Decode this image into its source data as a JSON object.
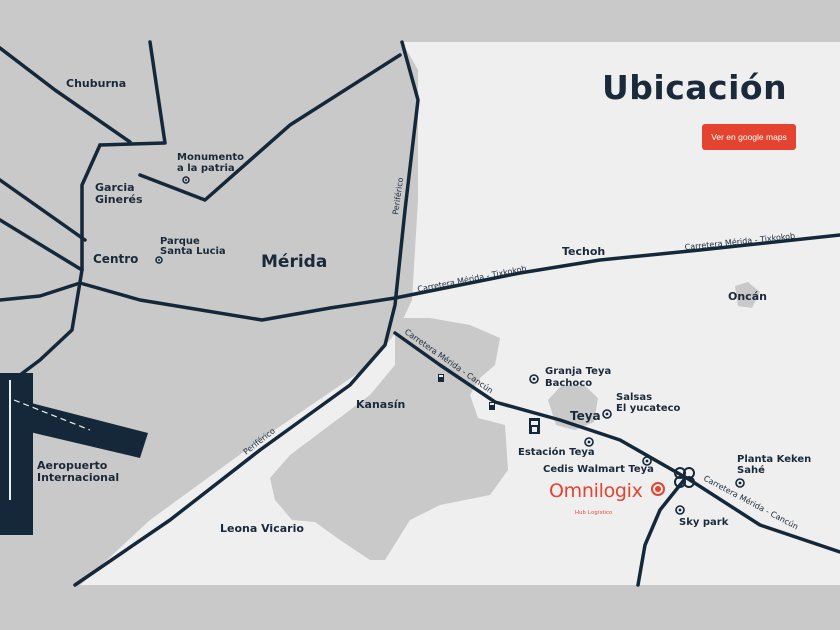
{
  "header": {
    "title": "Ubicación",
    "google_maps_button": "Ver en google maps"
  },
  "brand": {
    "name": "Omnilogix",
    "tagline": "Hub Logístico",
    "color": "#e4442f"
  },
  "colors": {
    "road": "#14283a",
    "city_area": "#c9c9c9",
    "background": "#efefef",
    "accent": "#e4442f"
  },
  "roads": {
    "periferico": "Periférico",
    "tixkokob": "Carretera Mérida - Tixkokob",
    "cancun": "Carretera Mérida - Cancún"
  },
  "places": {
    "chuburna": "Chuburna",
    "monumento": [
      "Monumento",
      "a la patria"
    ],
    "garcia": [
      "Garcia",
      "Ginerés"
    ],
    "centro": "Centro",
    "parque": [
      "Parque",
      "Santa Lucia"
    ],
    "merida": "Mérida",
    "techoh": "Techoh",
    "oncan": "Oncán",
    "kanasin": "Kanasín",
    "aeropuerto": [
      "Aeropuerto",
      "Internacional"
    ],
    "leona": "Leona Vicario",
    "teya": "Teya"
  },
  "pois": {
    "granja": [
      "Granja Teya",
      "Bachoco"
    ],
    "salsas": [
      "Salsas",
      "El yucateco"
    ],
    "estacion": "Estación Teya",
    "cedis": "Cedis Walmart Teya",
    "keken": [
      "Planta Keken",
      "Sahé"
    ],
    "skypark": "Sky park"
  },
  "icons": {
    "poi_marker": "circle-dot-icon",
    "gas_station": "fuel-icon",
    "teya_marker": "building-icon",
    "interchange": "cloverleaf-icon"
  }
}
